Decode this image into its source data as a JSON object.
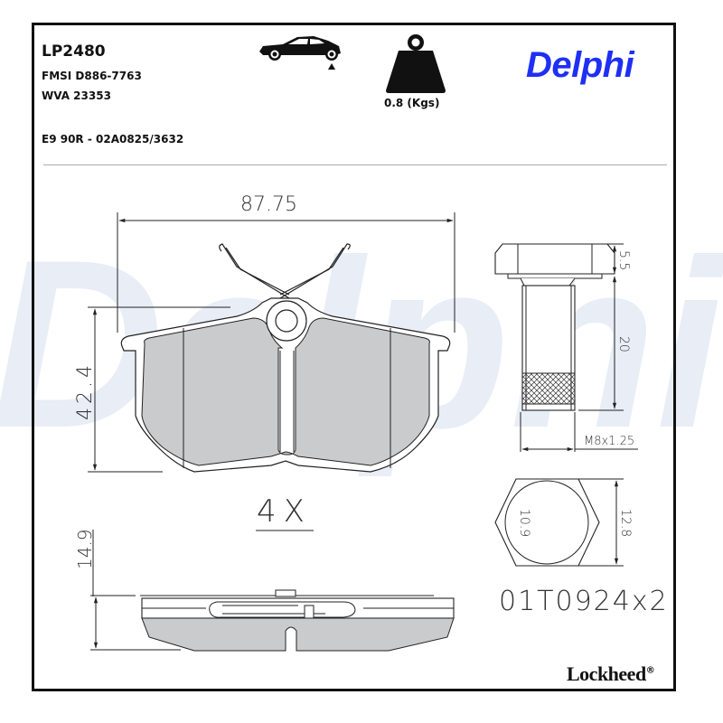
{
  "header": {
    "part_number": "LP2480",
    "fmsi": "FMSI D886-7763",
    "wva": "WVA 23353",
    "ece_approval": "E9 90R - 02A0825/3632",
    "weight_label": "0.8 (Kgs)",
    "axle_icon": "rear-axle-car-icon",
    "weight_icon": "weight-icon"
  },
  "brand": {
    "logo_text": "Delphi",
    "logo_color": "#1f2ff5",
    "watermark_text": "Delphi",
    "watermark_color": "#e6ebf5",
    "footer_brand": "Lockheed",
    "footer_mark": "®"
  },
  "drawing": {
    "pad_width": "87.75",
    "pad_height": "42.4",
    "pad_thickness": "14.9",
    "quantity": "4X",
    "pad_friction_color": "#c8cacc",
    "bolt": {
      "head_height": "5.5",
      "shank_length": "20",
      "thread": "M8x1.25",
      "across_flats": "10.9",
      "across_corners": "12.8",
      "part_ref": "01T0924x2"
    }
  }
}
